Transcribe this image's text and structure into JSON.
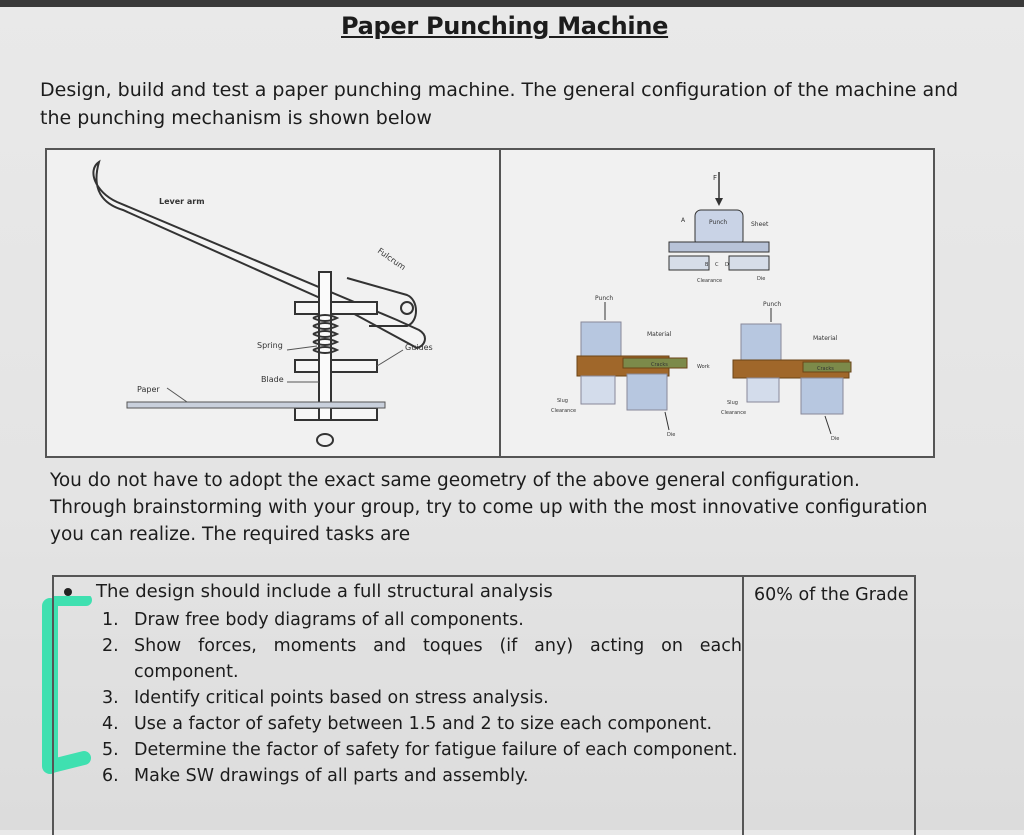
{
  "title": "Paper Punching Machine",
  "intro": "Design, build and test a paper punching machine. The general configuration of the machine and the punching mechanism is shown below",
  "figure": {
    "left_labels": {
      "lever_arm": "Lever arm",
      "fulcrum": "Fulcrum",
      "spring": "Spring",
      "guides": "Guides",
      "blade": "Blade",
      "paper": "Paper"
    },
    "right_labels": {
      "punch": "Punch",
      "sheet": "Sheet",
      "die": "Die",
      "clearance": "Clearance",
      "material": "Material",
      "cracks": "Cracks",
      "work": "Work",
      "slug": "Slug",
      "f_label": "F",
      "a_label": "A",
      "b_label": "B",
      "c_label": "C",
      "d_label": "D"
    }
  },
  "note": "You do not have to adopt the exact same geometry of the above general configuration. Through brainstorming with your group, try to come up with the most innovative configuration you can realize. The required tasks are",
  "tasks": {
    "bullet": "The design should include a full structural analysis",
    "grade": "60% of the Grade",
    "items": [
      {
        "num": "1.",
        "text": "Draw free body diagrams of all components."
      },
      {
        "num": "2.",
        "text": "Show forces, moments and toques (if any) acting on each component."
      },
      {
        "num": "3.",
        "text": "Identify critical points based on stress analysis."
      },
      {
        "num": "4.",
        "text": "Use a factor of safety between 1.5 and 2 to size each component."
      },
      {
        "num": "5.",
        "text": "Determine the factor of safety for fatigue failure of each component."
      },
      {
        "num": "6.",
        "text": "Make SW drawings of all parts and assembly."
      }
    ]
  },
  "colors": {
    "highlight": "#3fe0b0",
    "wood": "#a0672a",
    "steel": "#b7c7e0"
  }
}
